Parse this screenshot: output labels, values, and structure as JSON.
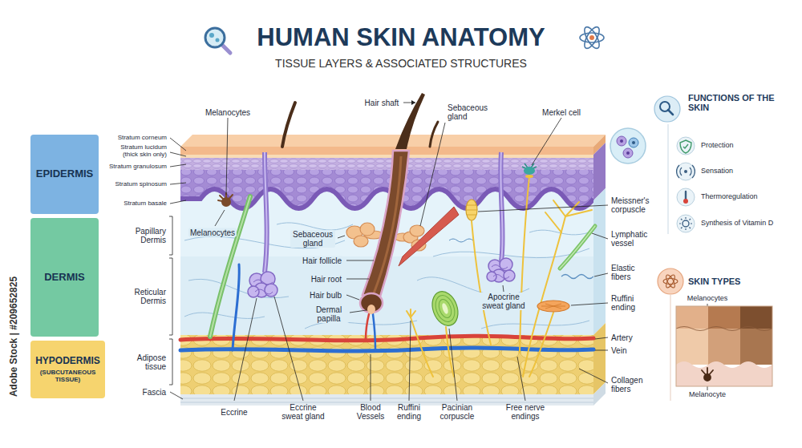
{
  "diagram": {
    "title": "HUMAN SKIN ANATOMY",
    "nodes": [
      {
        "text": [
          "EPIDERMIS"
        ]
      },
      {
        "text": [
          "DERMIS"
        ]
      },
      {
        "text": [
          "HYPODERMIS",
          "(SUBCUTANEOUS TISSUE)"
        ]
      }
    ],
    "labels": [
      "TISSUE LAYERS & ASSOCIATED STRUCTURES",
      "Stratum corneum",
      "Stratum lucidum (thick skin only)",
      "Stratum granulosum",
      "Stratum spinosum",
      "Stratum basale",
      "Papillary Dermis",
      "Reticular Dermis",
      "Adipose tissue",
      "Fascia",
      "Melanocytes",
      "Hair shaft",
      "Sebaceous gland",
      "Merkel cell",
      "Melanocytes",
      "Sebaceous gland",
      "Hair follicle",
      "Hair root",
      "Hair bulb",
      "Dermal papilla",
      "Apocrine sweat gland",
      "Meissner's corpuscle",
      "Lymphatic vessel",
      "Elastic fibers",
      "Ruffini ending",
      "Artery",
      "Vein",
      "Collagen fibers",
      "Eccrine",
      "Eccrine sweat gland",
      "Blood Vessels",
      "Ruffini ending",
      "Pacinian corpuscle",
      "Free nerve endings",
      "FUNCTIONS OF THE SKIN",
      "Protection",
      "Sensation",
      "Thermoregulation",
      "Synthesis of Vitamin D",
      "SKIN TYPES",
      "Melanocytes",
      "Melanocyte",
      "Adobe Stock | #209652825"
    ]
  }
}
